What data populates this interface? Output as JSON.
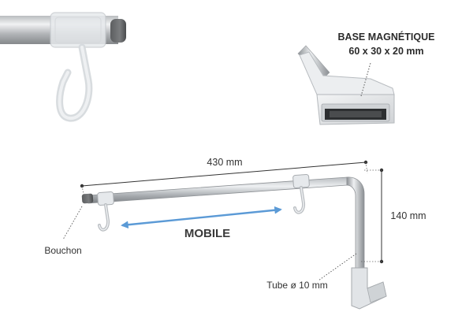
{
  "labels": {
    "base_title": "BASE MAGNÉTIQUE",
    "base_dims": "60 x 30 x 20 mm",
    "length": "430 mm",
    "height": "140 mm",
    "mobile": "MOBILE",
    "bouchon": "Bouchon",
    "tube": "Tube ø 10 mm"
  },
  "colors": {
    "arrow": "#5b9ad6"
  }
}
